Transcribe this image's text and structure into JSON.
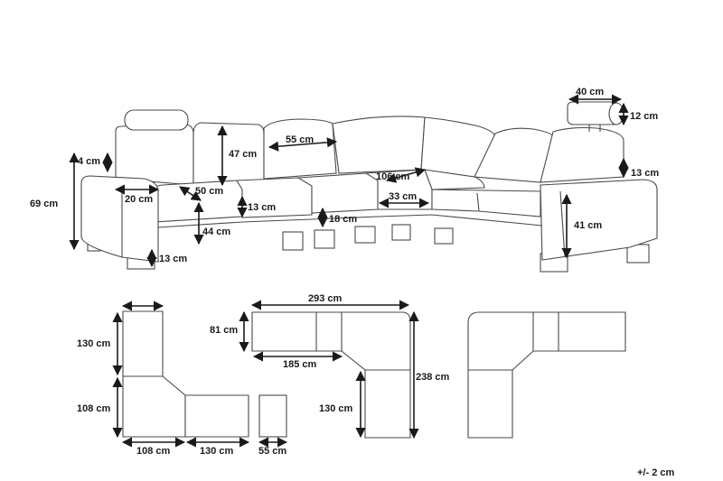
{
  "dimensions": {
    "headrest_width": "40 cm",
    "headrest_height": "12 cm",
    "back_width": "55 cm",
    "back_height": "47 cm",
    "headrest_clearance": "4 cm",
    "overall_height": "69 cm",
    "armrest_width": "20 cm",
    "seat_depth": "50 cm",
    "cushion_height": "13 cm",
    "seat_height": "44 cm",
    "leg_height": "13 cm",
    "corner_diagonal": "106 cm",
    "corner_seat": "33 cm",
    "seat_floor_gap": "18 cm",
    "right_arm_width": "13 cm",
    "right_arm_height": "41 cm"
  },
  "plan_left": {
    "top_height": "130 cm",
    "corner_height": "108 cm",
    "corner_width": "108 cm",
    "middle_width": "130 cm",
    "ottoman_width": "55 cm"
  },
  "plan_center": {
    "total_width": "293 cm",
    "depth": "81 cm",
    "inner_width": "185 cm",
    "total_length": "238 cm",
    "inner_length": "130 cm"
  },
  "tolerance": "+/- 2 cm"
}
